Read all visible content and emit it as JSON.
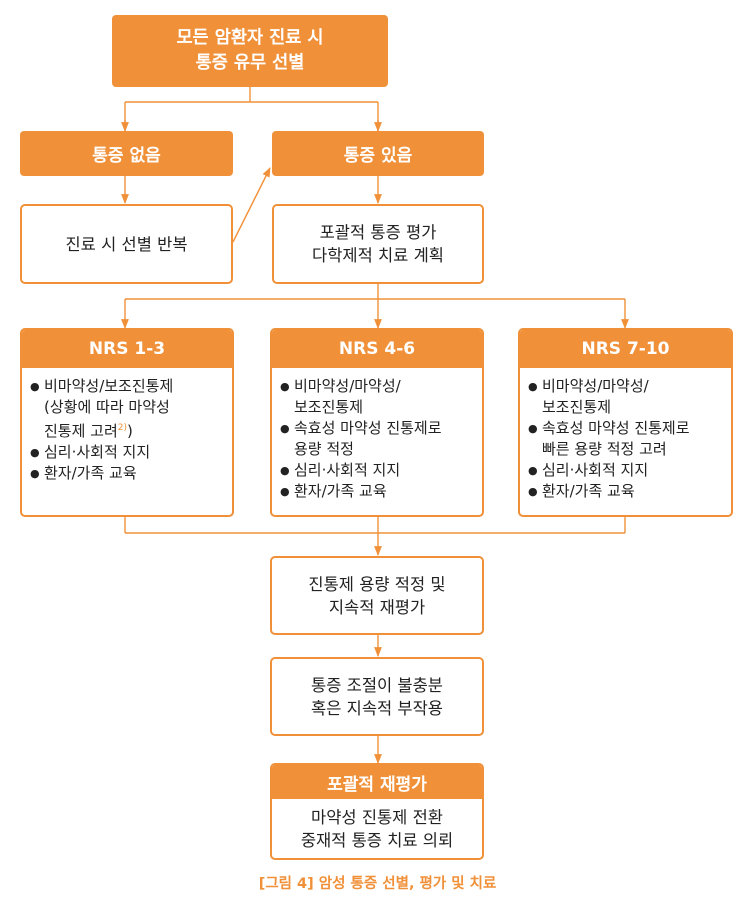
{
  "top_box": {
    "line1": "모든 암환자 진료 시",
    "line2": "통증 유무 선별"
  },
  "no_pain": {
    "label": "통증 없음"
  },
  "has_pain": {
    "label": "통증 있음"
  },
  "repeat_box": {
    "label": "진료 시 선별 반복"
  },
  "assess_box": {
    "line1": "포괄적 통증 평가",
    "line2": "다학제적 치료 계획"
  },
  "nrs_low": {
    "title": "NRS 1-3",
    "item1_line1": "비마약성/보조진통제",
    "item1_line2": "(상황에 따라 마약성",
    "item1_line3": "진통제 고려",
    "item1_ref": "2)",
    "item1_close": ")",
    "item2": "심리·사회적 지지",
    "item3": "환자/가족 교육"
  },
  "nrs_mid": {
    "title": "NRS 4-6",
    "item1_line1": "비마약성/마약성/",
    "item1_line2": "보조진통제",
    "item2_line1": "속효성 마약성 진통제로",
    "item2_line2": "용량 적정",
    "item3": "심리·사회적 지지",
    "item4": "환자/가족 교육"
  },
  "nrs_high": {
    "title": "NRS 7-10",
    "item1_line1": "비마약성/마약성/",
    "item1_line2": "보조진통제",
    "item2_line1": "속효성 마약성 진통제로",
    "item2_line2": "빠른 용량 적정 고려",
    "item3": "심리·사회적 지지",
    "item4": "환자/가족 교육"
  },
  "titration_box": {
    "line1": "진통제 용량 적정 및",
    "line2": "지속적 재평가"
  },
  "uncontrolled_box": {
    "line1": "통증 조절이 불충분",
    "line2": "혹은 지속적 부작용"
  },
  "reassess_box": {
    "title": "포괄적 재평가",
    "line1": "마약성 진통제 전환",
    "line2": "중재적 통증 치료 의뢰"
  },
  "caption": "[그림 4] 암성 통증 선별, 평가 및 치료",
  "colors": {
    "accent": "#f0913a",
    "text": "#222222"
  }
}
